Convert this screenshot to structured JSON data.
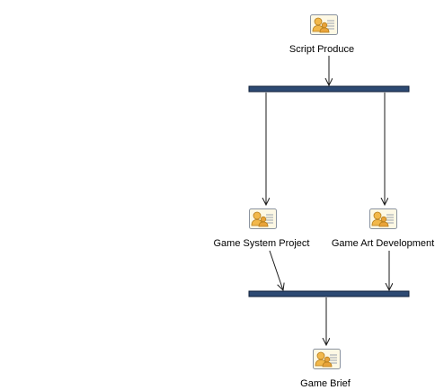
{
  "nodes": [
    {
      "id": "script_produce",
      "label": "Script Produce",
      "icon": "role-card-icon"
    },
    {
      "id": "game_system_project",
      "label": "Game System Project",
      "icon": "role-card-icon"
    },
    {
      "id": "game_art_development",
      "label": "Game Art Development",
      "icon": "role-card-icon"
    },
    {
      "id": "game_brief",
      "label": "Game Brief",
      "icon": "role-card-icon"
    }
  ],
  "bars": [
    {
      "id": "fork_bar",
      "type": "fork"
    },
    {
      "id": "join_bar",
      "type": "join"
    }
  ],
  "edges": [
    {
      "from": "script_produce",
      "to": "fork_bar"
    },
    {
      "from": "fork_bar",
      "to": "game_system_project"
    },
    {
      "from": "fork_bar",
      "to": "game_art_development"
    },
    {
      "from": "game_system_project",
      "to": "join_bar"
    },
    {
      "from": "game_art_development",
      "to": "join_bar"
    },
    {
      "from": "join_bar",
      "to": "game_brief"
    }
  ],
  "colors": {
    "bar_fill": "#2d4a73",
    "bar_border": "#0f1f38",
    "icon_card": "#fdf8e4",
    "icon_border": "#8a93a0",
    "icon_person": "#f2b84a",
    "edge": "#1a1a1a"
  }
}
